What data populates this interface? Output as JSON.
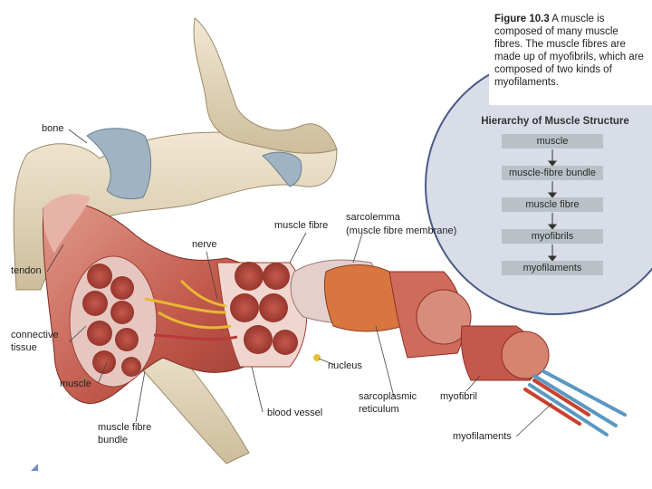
{
  "caption": {
    "figure": "Figure 10.3",
    "text": "A muscle is composed of many muscle fibres. The muscle fibres are made up of myofibrils, which are composed of two kinds of myofilaments."
  },
  "hierarchy": {
    "title": "Hierarchy of Muscle Structure",
    "levels": [
      "muscle",
      "muscle-fibre bundle",
      "muscle fibre",
      "myofibrils",
      "myofilaments"
    ]
  },
  "labels": {
    "bone": "bone",
    "tendon": "tendon",
    "connective_tissue_1": "connective",
    "connective_tissue_2": "tissue",
    "muscle": "muscle",
    "muscle_fibre_bundle_1": "muscle fibre",
    "muscle_fibre_bundle_2": "bundle",
    "nerve": "nerve",
    "muscle_fibre": "muscle fibre",
    "sarcolemma_1": "sarcolemma",
    "sarcolemma_2": "(muscle fibre membrane)",
    "nucleus": "nucleus",
    "blood_vessel": "blood vessel",
    "sarcoplasmic_1": "sarcoplasmic",
    "sarcoplasmic_2": "reticulum",
    "myofibril": "myofibril",
    "myofilaments": "myofilaments"
  },
  "colors": {
    "panel_fill": "#d9dde8",
    "panel_stroke": "#4a5a86",
    "muscle_red": "#b5473c",
    "bone": "#e8dcc4",
    "cartilage": "#9fb3c2",
    "nerve": "#e8b832"
  }
}
